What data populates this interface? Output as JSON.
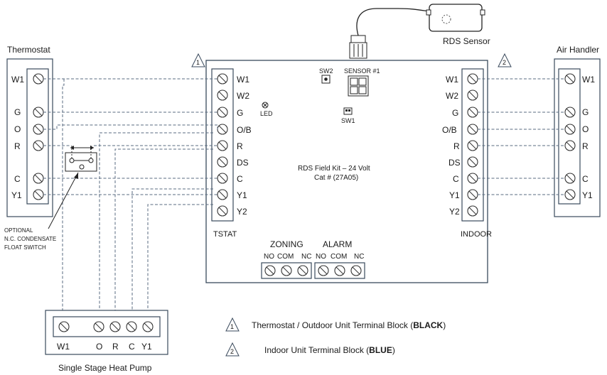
{
  "thermostat": {
    "title": "Thermostat",
    "terminals": [
      "W1",
      "G",
      "O",
      "R",
      "C",
      "Y1"
    ]
  },
  "air_handler": {
    "title": "Air Handler",
    "terminals": [
      "W1",
      "G",
      "O",
      "R",
      "C",
      "Y1"
    ]
  },
  "rds_sensor": {
    "label": "RDS Sensor"
  },
  "tstat_block": {
    "badge": "1",
    "terminals": [
      "W1",
      "W2",
      "G",
      "O/B",
      "R",
      "DS",
      "C",
      "Y1",
      "Y2"
    ],
    "label": "TSTAT"
  },
  "indoor_block": {
    "badge": "2",
    "terminals": [
      "W1",
      "W2",
      "G",
      "O/B",
      "R",
      "DS",
      "C",
      "Y1",
      "Y2"
    ],
    "label": "INDOOR"
  },
  "board": {
    "sw2": "SW2",
    "sensor": "SENSOR #1",
    "sw1": "SW1",
    "led": "LED",
    "kit_title": "RDS Field Kit   – 24 Volt",
    "cat": "Cat # (27A05)",
    "zoning": {
      "title": "ZONING",
      "terms": [
        "NO",
        "COM",
        "NC"
      ]
    },
    "alarm": {
      "title": "ALARM",
      "terms": [
        "NO",
        "COM",
        "NC"
      ]
    }
  },
  "float_switch": {
    "line1": "OPTIONAL",
    "line2": "N.C. CONDENSATE",
    "line3": "FLOAT SWITCH"
  },
  "heat_pump": {
    "title": "Single Stage Heat Pump",
    "terminals": [
      "W1",
      "O",
      "R",
      "C",
      "Y1"
    ]
  },
  "legend": [
    {
      "badge": "1",
      "text": "Thermostat / Outdoor Unit Terminal Block (",
      "bold": "BLACK",
      "end": ")"
    },
    {
      "badge": "2",
      "text": "Indoor Unit Terminal Block (",
      "bold": "BLUE",
      "end": ")"
    }
  ]
}
